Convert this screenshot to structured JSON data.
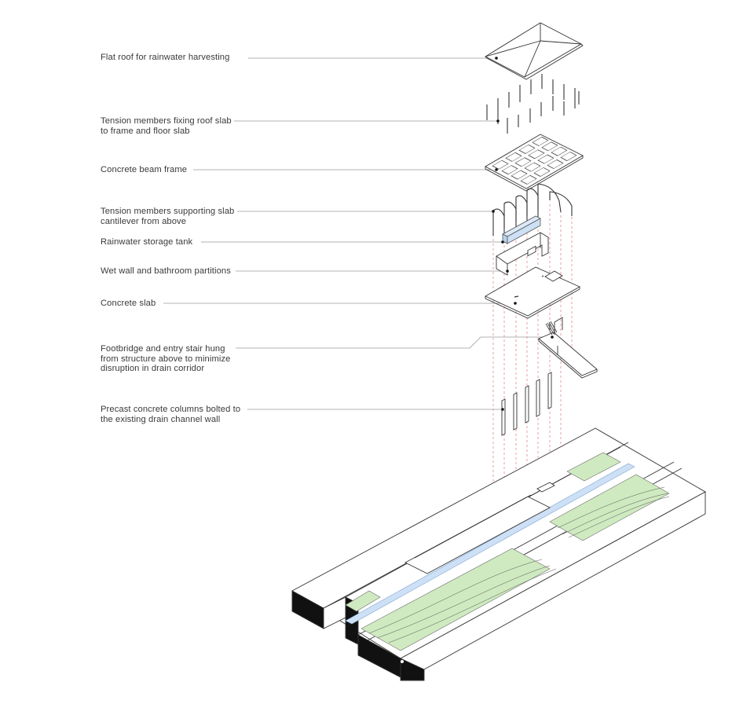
{
  "diagram": {
    "labels": [
      "Flat roof for rainwater harvesting",
      "Tension members fixing roof slab\nto frame and floor slab",
      "Concrete beam frame",
      "Tension members supporting slab\ncantilever from above",
      "Rainwater storage tank",
      "Wet wall and bathroom partitions",
      "Concrete slab",
      "Footbridge and entry stair hung\nfrom structure above to minimize\ndisruption in drain corridor",
      "Precast concrete columns bolted to\nthe existing drain channel wall"
    ],
    "colors": {
      "line": "#333333",
      "leader": "#9a9a9a",
      "dash": "#e58a8a",
      "green": "#cfeac0",
      "blue": "#cde0f5",
      "dark": "#111111"
    }
  }
}
